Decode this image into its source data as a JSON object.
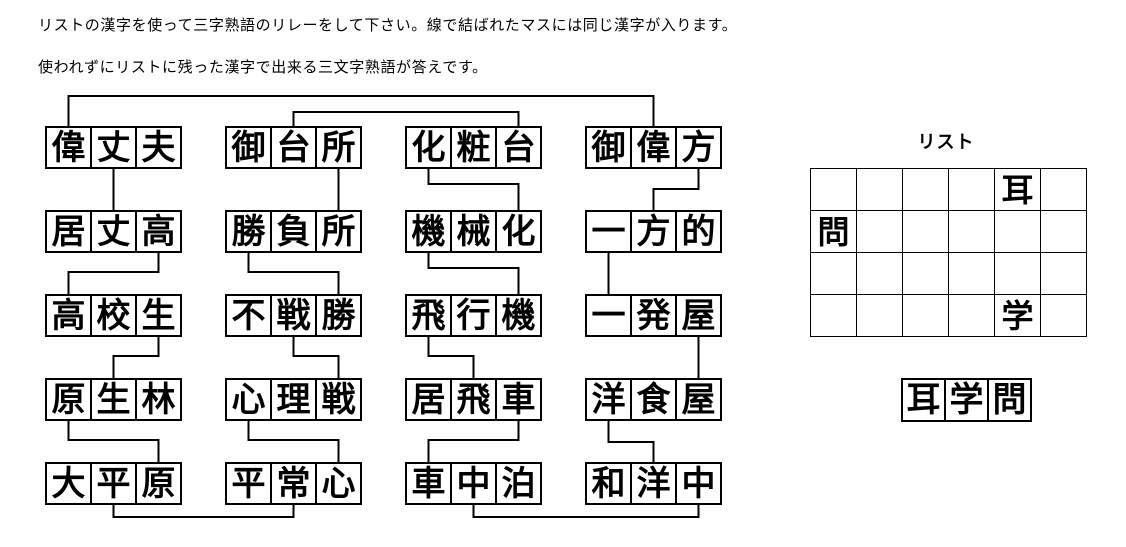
{
  "instructions": {
    "line1": "リストの漢字を使って三字熟語のリレーをして下さい。線で結ばれたマスには同じ漢字が入ります。",
    "line2": "使われずにリストに残った漢字で出来る三文字熟語が答えです。"
  },
  "puzzle": {
    "words": [
      {
        "chars": [
          "偉",
          "丈",
          "夫"
        ]
      },
      {
        "chars": [
          "御",
          "台",
          "所"
        ]
      },
      {
        "chars": [
          "化",
          "粧",
          "台"
        ]
      },
      {
        "chars": [
          "御",
          "偉",
          "方"
        ]
      },
      {
        "chars": [
          "居",
          "丈",
          "高"
        ]
      },
      {
        "chars": [
          "勝",
          "負",
          "所"
        ]
      },
      {
        "chars": [
          "機",
          "械",
          "化"
        ]
      },
      {
        "chars": [
          "一",
          "方",
          "的"
        ]
      },
      {
        "chars": [
          "高",
          "校",
          "生"
        ]
      },
      {
        "chars": [
          "不",
          "戦",
          "勝"
        ]
      },
      {
        "chars": [
          "飛",
          "行",
          "機"
        ]
      },
      {
        "chars": [
          "一",
          "発",
          "屋"
        ]
      },
      {
        "chars": [
          "原",
          "生",
          "林"
        ]
      },
      {
        "chars": [
          "心",
          "理",
          "戦"
        ]
      },
      {
        "chars": [
          "居",
          "飛",
          "車"
        ]
      },
      {
        "chars": [
          "洋",
          "食",
          "屋"
        ]
      },
      {
        "chars": [
          "大",
          "平",
          "原"
        ]
      },
      {
        "chars": [
          "平",
          "常",
          "心"
        ]
      },
      {
        "chars": [
          "車",
          "中",
          "泊"
        ]
      },
      {
        "chars": [
          "和",
          "洋",
          "中"
        ]
      }
    ],
    "connections": [
      {
        "char": "偉",
        "between": [
          "偉丈夫",
          "御偉方"
        ]
      },
      {
        "char": "台",
        "between": [
          "御台所",
          "化粧台"
        ]
      },
      {
        "char": "丈",
        "between": [
          "偉丈夫",
          "居丈高"
        ]
      },
      {
        "char": "所",
        "between": [
          "御台所",
          "勝負所"
        ]
      },
      {
        "char": "化",
        "between": [
          "化粧台",
          "機械化"
        ]
      },
      {
        "char": "方",
        "between": [
          "御偉方",
          "一方的"
        ]
      },
      {
        "char": "高",
        "between": [
          "居丈高",
          "高校生"
        ]
      },
      {
        "char": "勝",
        "between": [
          "勝負所",
          "不戦勝"
        ]
      },
      {
        "char": "機",
        "between": [
          "機械化",
          "飛行機"
        ]
      },
      {
        "char": "一",
        "between": [
          "一方的",
          "一発屋"
        ]
      },
      {
        "char": "生",
        "between": [
          "高校生",
          "原生林"
        ]
      },
      {
        "char": "戦",
        "between": [
          "不戦勝",
          "心理戦"
        ]
      },
      {
        "char": "飛",
        "between": [
          "飛行機",
          "居飛車"
        ]
      },
      {
        "char": "屋",
        "between": [
          "一発屋",
          "洋食屋"
        ]
      },
      {
        "char": "原",
        "between": [
          "原生林",
          "大平原"
        ]
      },
      {
        "char": "心",
        "between": [
          "心理戦",
          "平常心"
        ]
      },
      {
        "char": "車",
        "between": [
          "居飛車",
          "車中泊"
        ]
      },
      {
        "char": "洋",
        "between": [
          "洋食屋",
          "和洋中"
        ]
      },
      {
        "char": "平",
        "between": [
          "大平原",
          "平常心"
        ]
      },
      {
        "char": "中",
        "between": [
          "車中泊",
          "和洋中"
        ]
      }
    ]
  },
  "list": {
    "title": "リスト",
    "grid": [
      [
        "",
        "",
        "",
        "",
        "耳",
        ""
      ],
      [
        "問",
        "",
        "",
        "",
        "",
        ""
      ],
      [
        "",
        "",
        "",
        "",
        "",
        ""
      ],
      [
        "",
        "",
        "",
        "",
        "学",
        ""
      ]
    ]
  },
  "answer": {
    "chars": [
      "耳",
      "学",
      "問"
    ]
  },
  "colors": {
    "background": "#ffffff",
    "text": "#000000",
    "line": "#000000"
  }
}
